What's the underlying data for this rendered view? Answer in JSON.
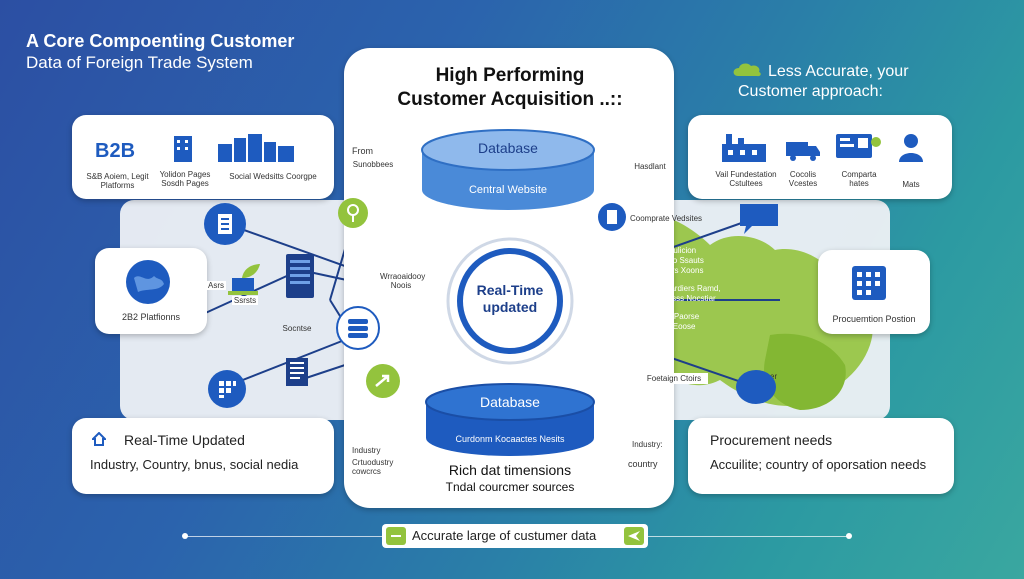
{
  "colors": {
    "accent_blue": "#1e5bbf",
    "green": "#93c33d",
    "dark_blue": "#1d3f8a"
  },
  "header": {
    "left_title": [
      "A Core Compoenting Customer",
      "Data of Foreign Trade System"
    ],
    "center_title": [
      "High Performing",
      "Customer Acquisition ..::"
    ],
    "right_title": [
      "Less Accurate, your",
      "Customer approach:"
    ]
  },
  "top_left_card": {
    "items": [
      {
        "icon": "b2b-logo-icon",
        "label": "B2B",
        "caption": "S&B Aoiem, Legit Platforms"
      },
      {
        "icon": "building-icon",
        "caption": "Yolidon Pages Sosdh Pages"
      },
      {
        "icon": "city-buildings-icon",
        "caption": "Social Wedsitts Coorgpe"
      }
    ]
  },
  "top_right_card": {
    "items": [
      {
        "icon": "factory-icon",
        "caption": "Vail Fundestation Cstultees"
      },
      {
        "icon": "truck-icon",
        "caption": "Cocolis Vcestes"
      },
      {
        "icon": "dashboard-icon",
        "caption": "Comparta hates"
      },
      {
        "icon": "person-icon",
        "caption": "Mats"
      }
    ]
  },
  "left_mid_card": {
    "icon": "globe-icon",
    "caption": "2B2 Platfionns"
  },
  "right_mid_card": {
    "icon": "calendar-grid-icon",
    "caption": "Procuemtion Postion"
  },
  "center": {
    "db_top_label": "Database",
    "db_top_sub": "Central Website",
    "hub_label": [
      "Real-Time",
      "updated"
    ],
    "db_bottom_label": "Database",
    "db_bottom_sub": "Curdonm Kocaactes Nesits",
    "caption": [
      "Rich dat timensions",
      "Tndal courcmer sources"
    ]
  },
  "side_labels": {
    "from": "From",
    "from_sub": "Sunobbees",
    "hasdlant": "Hasdlant",
    "coomprate": "Coomprate Vedsites",
    "industry_left": "Industry",
    "industry_left_sub": "Crtuodustry cowcrcs",
    "industry_right": "Industry:",
    "country_right": "country",
    "small_left_a": "Asrs",
    "small_left_b": "Ssrsts",
    "small_node_a": "Wrraoaidooy Noois",
    "small_node_b": "Socntse",
    "foreign_state": "Foetaign Ctoirs",
    "socndaer": "Socndaer Nooiss"
  },
  "map_text": [
    "Cotuidoulicion",
    "Coodoatdo Ssauts",
    "Cossdoiers Xoons",
    "Tosit Sdd Socardiers Ramd,",
    "Sosinodd Nosss Nocstiar",
    "Soeciue Paorse",
    "Socsal Eoose"
  ],
  "bottom_left_card": {
    "title": "Real-Time Updated",
    "subtitle": "Industry, Country, bnus, social nedia"
  },
  "bottom_right_card": {
    "title": "Procurement needs",
    "subtitle": "Accuilite; country of oporsation needs"
  },
  "footer": {
    "text": "Accurate large of custumer data"
  }
}
